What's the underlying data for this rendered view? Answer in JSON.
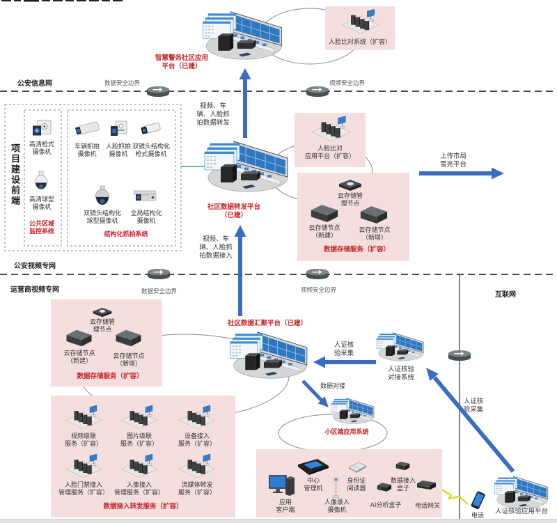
{
  "zones": {
    "police_info_net": "公安信息网",
    "police_video_net": "公安视频专网",
    "carrier_video_net": "运营商视频专网",
    "internet": "互联网"
  },
  "boundaries": {
    "upper_data": {
      "label": "数据安全边界",
      "icon": "router-icon"
    },
    "upper_video": {
      "label": "视频安全边界",
      "icon": "router-icon"
    },
    "lower_data": {
      "label": "数据安全边界",
      "icon": "router-icon"
    },
    "lower_video": {
      "label": "视频安全边界",
      "icon": "router-icon"
    }
  },
  "smart_police_platform": {
    "line1": "智慧警务社区应用",
    "line2": "平台（已建）",
    "icon": "platform-icon"
  },
  "face_compare_system": {
    "label": "人脸比对系统（扩容）",
    "icon": "server-cluster-icon"
  },
  "forward_flow": {
    "lines": [
      "视频、车",
      "辆、人脸抓",
      "拍数据转发"
    ]
  },
  "forwarding_platform": {
    "line1": "社区数据转发平台",
    "line2": "（已建）",
    "icon": "platform-icon"
  },
  "face_compare_app": {
    "line1": "人脸比对",
    "line2": "应用平台（扩容）",
    "icon": "server-cluster-icon"
  },
  "storage_upper": {
    "title": "数据存储服务（扩容）",
    "nodes": [
      {
        "line1": "云存储管",
        "line2": "理节点",
        "icon": "storage-manager-icon"
      },
      {
        "line1": "云存储节点",
        "line2": "（新建）",
        "icon": "storage-node-icon"
      },
      {
        "line1": "云存储节点",
        "line2": "（新增）",
        "icon": "storage-node-icon"
      }
    ]
  },
  "upload_flow": {
    "line1": "上传市局",
    "line2": "雪亮平台"
  },
  "frontend": {
    "title": "项目建设前端",
    "public_group": {
      "title_line1": "公共区域",
      "title_line2": "监控系统",
      "cameras": [
        {
          "line1": "高清枪式",
          "line2": "摄像机",
          "icon": "box-camera-icon"
        },
        {
          "line1": "高清球型",
          "line2": "摄像机",
          "icon": "dome-camera-icon"
        }
      ]
    },
    "structured_group": {
      "title": "结构化抓拍系统",
      "cameras": [
        {
          "line1": "车辆抓拍",
          "line2": "摄像机",
          "icon": "bullet-camera-icon"
        },
        {
          "line1": "人脸抓拍",
          "line2": "摄像机",
          "icon": "face-camera-icon"
        },
        {
          "line1": "双镜头结构化",
          "line2": "枪式摄像机",
          "icon": "dual-lens-bullet-camera-icon"
        },
        {
          "line1": "双镜头结构化",
          "line2": "球型摄像机",
          "icon": "dual-lens-dome-camera-icon"
        },
        {
          "line1": "全局结构化",
          "line2": "摄像机",
          "icon": "panoramic-camera-icon"
        }
      ]
    }
  },
  "access_flow": {
    "lines": [
      "视频、车",
      "辆、人脸抓",
      "拍数据接入"
    ]
  },
  "aggregation_platform": {
    "label": "社区数据汇聚平台（已建）",
    "icon": "platform-icon"
  },
  "storage_lower": {
    "title": "数据存储服务（扩容）",
    "nodes": [
      {
        "line1": "云存储管",
        "line2": "理节点",
        "icon": "storage-manager-icon"
      },
      {
        "line1": "云存储节点",
        "line2": "（新建）",
        "icon": "storage-node-icon"
      },
      {
        "line1": "云存储节点",
        "line2": "（新增）",
        "icon": "storage-node-icon"
      }
    ]
  },
  "access_forward_services": {
    "title": "数据接入转发服务（扩容）",
    "services": [
      {
        "line1": "视频级联",
        "line2": "服务（扩容）",
        "icon": "server-cluster-icon"
      },
      {
        "line1": "图片级联",
        "line2": "服务（扩容）",
        "icon": "server-cluster-icon"
      },
      {
        "line1": "设备接入",
        "line2": "服务（扩容）",
        "icon": "server-cluster-icon"
      },
      {
        "line1": "人脸门禁接入",
        "line2": "管理服务（扩容）",
        "icon": "server-cluster-icon"
      },
      {
        "line1": "人像接入",
        "line2": "管理服务（扩容）",
        "icon": "server-cluster-icon"
      },
      {
        "line1": "流媒体转发",
        "line2": "服务（扩容）",
        "icon": "server-cluster-icon"
      }
    ]
  },
  "id_verify_dock": {
    "line1": "人证核验",
    "line2": "对接系统",
    "icon": "platform-icon"
  },
  "id_collect_flow_left": {
    "line1": "人证核",
    "line2": "验采集"
  },
  "id_collect_flow_right": {
    "line1": "人证核",
    "line2": "验采集"
  },
  "data_dock_flow": {
    "label": "数据对接"
  },
  "community_app": {
    "label": "小区端应用系统",
    "icon": "platform-icon"
  },
  "community_devices": [
    {
      "line1": "应用",
      "line2": "客户端",
      "icon": "desktop-pc-icon"
    },
    {
      "line1": "中心",
      "line2": "管理机",
      "icon": "management-terminal-icon"
    },
    {
      "line1": "人像录入",
      "line2": "摄像机",
      "icon": "portrait-camera-icon"
    },
    {
      "line1": "身份证",
      "line2": "阅读器",
      "icon": "id-card-reader-icon"
    },
    {
      "line1": "AI分析盒子",
      "icon": "ai-box-icon"
    },
    {
      "line1": "数据接入",
      "line2": "盒子",
      "icon": "data-access-box-icon"
    },
    {
      "line1": "电话网关",
      "icon": "phone-gateway-icon"
    }
  ],
  "phone": {
    "label": "电话",
    "icon": "mobile-phone-icon"
  },
  "id_verify_app": {
    "label": "人证核验应用平台",
    "icon": "platform-icon"
  },
  "colors": {
    "accent_red": "#c8262b",
    "arrow_blue": "#3b6cc4",
    "pink_box": "#f4dede",
    "link_green": "#3aa57a",
    "boundary_line": "#4a4a4a"
  }
}
